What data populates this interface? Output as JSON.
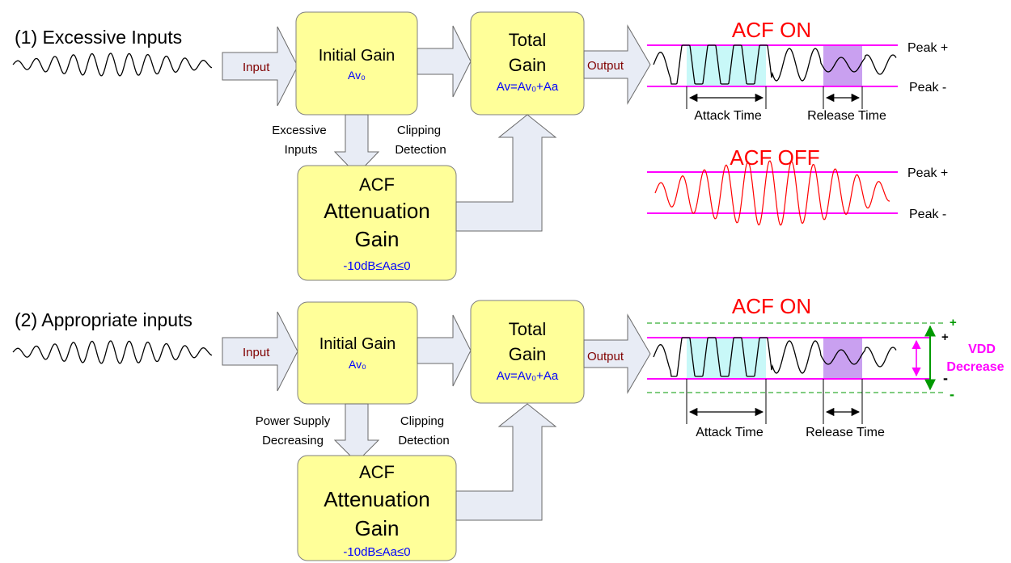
{
  "colors": {
    "box_fill": "#ffff99",
    "box_stroke": "#808080",
    "arrow_fill": "#e8ecf5",
    "arrow_stroke": "#6a6a6a",
    "title_red": "#ff0000",
    "param_blue": "#0000ff",
    "io_label": "#800000",
    "peak_line": "#ff00ff",
    "attack_region": "#c8f8f8",
    "release_region": "#c9a0f0",
    "dashed_green": "#009900",
    "vdd_magenta": "#ff00ff"
  },
  "section1": {
    "title": "(1) Excessive Inputs",
    "input_label": "Input",
    "output_label": "Output",
    "initial_gain": {
      "title": "Initial Gain",
      "param": "Av₀"
    },
    "total_gain": {
      "line1": "Total",
      "line2": "Gain",
      "param": "Av=Av₀+Aa"
    },
    "acf_box": {
      "line1": "ACF",
      "line2": "Attenuation",
      "line3": "Gain",
      "param": "-10dB≤Aa≤0"
    },
    "down_label_left": [
      "Excessive",
      "Inputs"
    ],
    "down_label_right": [
      "Clipping",
      "Detection"
    ],
    "acf_on_title": "ACF ON",
    "acf_off_title": "ACF OFF",
    "peak_plus": "Peak +",
    "peak_minus": "Peak -",
    "attack_time": "Attack Time",
    "release_time": "Release Time"
  },
  "section2": {
    "title": "(2) Appropriate inputs",
    "input_label": "Input",
    "output_label": "Output",
    "initial_gain": {
      "title": "Initial Gain",
      "param": "Av₀"
    },
    "total_gain": {
      "line1": "Total",
      "line2": "Gain",
      "param": "Av=Av₀+Aa"
    },
    "acf_box": {
      "line1": "ACF",
      "line2": "Attenuation",
      "line3": "Gain",
      "param": "-10dB≤Aa≤0"
    },
    "down_label_left": [
      "Power Supply",
      "Decreasing"
    ],
    "down_label_right": [
      "Clipping",
      "Detection"
    ],
    "acf_on_title": "ACF ON",
    "plus_sign": "+",
    "minus_sign": "-",
    "vdd_label": [
      "VDD",
      "Decrease"
    ],
    "attack_time": "Attack Time",
    "release_time": "Release Time"
  }
}
